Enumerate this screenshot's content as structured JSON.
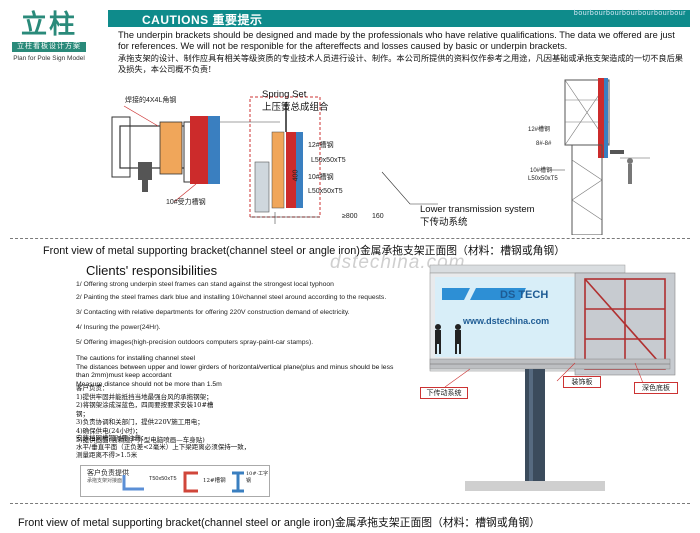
{
  "logo": {
    "chars": "立柱",
    "bar_text": "立柱看板设计方案",
    "subtitle": "Plan for Pole Sign Model"
  },
  "caution": {
    "title": "CAUTIONS 重要提示",
    "tag": "bourbourbourbourbourbourbour",
    "text_en": "The underpin brackets should be designed and made by the professionals who have relative qualifications. The data we offered are just for references. We will not be responible for the aftereffects and losses caused by basic or underpin brackets.",
    "text_cn": "承拖支架的设计、制作应具有相关等级资质的专业技术人员进行设计、制作。本公司所提供的资料仅作参考之用途，凡因基础或承拖支架造成的一切不良后果及损失，本公司概不负责!"
  },
  "diagram_top": {
    "label_4x4": "焊接的4X4L角钢",
    "label_10": "10#受力槽钢",
    "label_12": "12#槽钢",
    "label_spec_t": "L50x50xT5",
    "label_spec_t2": "L50x50xT5",
    "label_10b": "10#槽钢",
    "label_400": "400",
    "label_800": "≥800",
    "label_160": "160",
    "spring_en": "Spring Set",
    "spring_cn": "上压簧总成组合",
    "lower_en": "Lower transmission system",
    "lower_cn": "下传动系统"
  },
  "side_view": {
    "label_12": "12#槽钢",
    "label_8": "8#-8#",
    "label_10": "10#槽钢",
    "label_spec": "L50x50xT5"
  },
  "section1_title": "Front view of metal supporting bracket(channel steel or angle iron)金属承拖支架正面图（材料：槽钢或角钢）",
  "clients": {
    "title": "Clients' responsibilities",
    "items": [
      "1/ Offering strong underpin steel frames can stand against the strongest local typhoon",
      "2/ Painting the steel frames dark blue and installing 10#channel steel around according to the requests.",
      "3/ Contacting with relative departments for offering 220V construction demand of electricity.",
      "4/ Insuring the power(24Hr).",
      "5/ Offering images(high-precision outdoors computers spray-paint-car stamps)."
    ]
  },
  "cautions_install": {
    "text_en": "The cautions for installing channel steel\nThe distances between upper and lower girders of horizontal/vertical plane(plus and minus should be less than 2mm)must keep accordant\nMeasure distance should not be more than 1.5m",
    "client_title": "客户负责：",
    "client_items": [
      "1)提供牢固并能抵挡当地最强台风的承拖钢架；",
      "2)将钢架涂成深蓝色，四周要按要求安装10#槽钢；",
      "3)负责协调和关部门，提供220V施工用电；",
      "4)确保供电(24小时)；",
      "5)提供画面(高精度户外型电脑喷画—车身贴)"
    ],
    "install_title": "安装挡网槽钢时要注意：",
    "install_items": [
      "水平/垂直平面（正负差<2毫米）上下梁距离必须保持一致，",
      "测量距离不得>1.5米"
    ]
  },
  "legend": {
    "header": "客户负责提供",
    "sub": "承拖支架对接面",
    "spec": "T50x50xT5",
    "channel": "12#槽钢",
    "channel2": "10#·工字钢"
  },
  "billboard": {
    "brand": "DS TECH",
    "website": "www.dstechina.com",
    "callouts": [
      "下传动系统",
      "装饰板",
      "深色底板"
    ]
  },
  "watermark": "dstechina.com",
  "section2_title": "Front view of metal supporting bracket(channel steel or angle iron)金属承拖支架正面图（材料：槽钢或角钢）"
}
